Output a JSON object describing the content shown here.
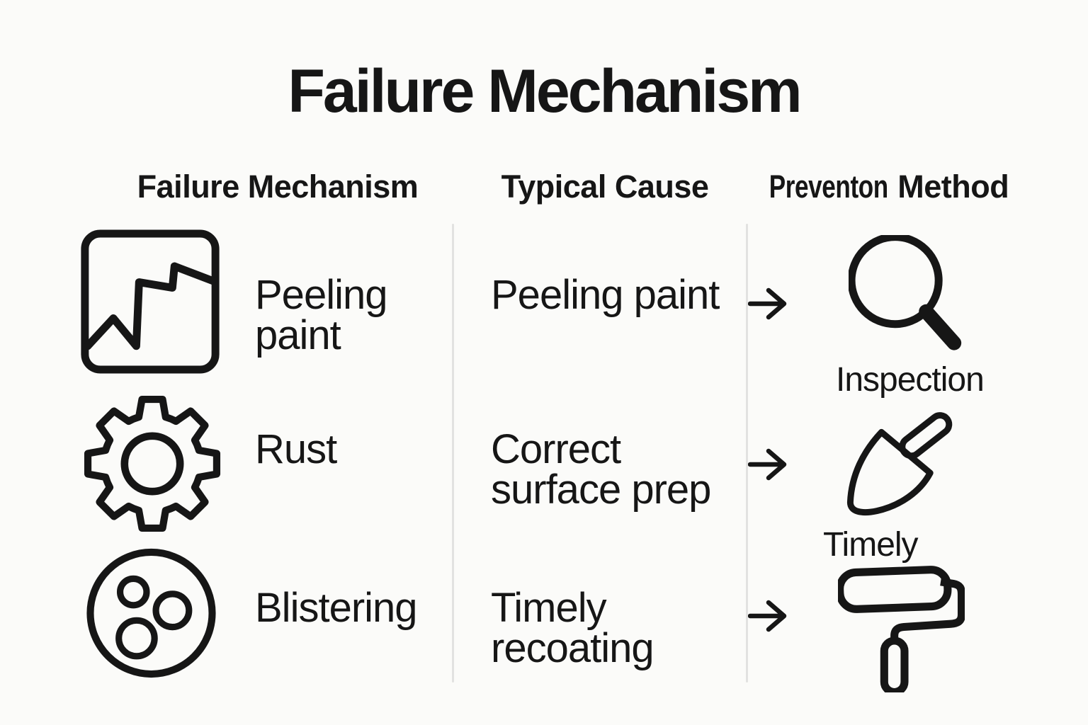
{
  "title": "Failure Mechanism",
  "colors": {
    "ink": "#161616",
    "background": "#fbfbf9",
    "divider": "#e2e2e1"
  },
  "table": {
    "headers": [
      {
        "label": "Failure Mechanism"
      },
      {
        "label": "Typical Cause"
      },
      {
        "label": "Preventon Method",
        "word1": "Preventon",
        "word2": "Method"
      }
    ],
    "arrow_icon": "right-arrow",
    "rows": [
      {
        "mechanism": {
          "icon": "framed-peeling-paint",
          "lines": [
            "Peeling",
            "paint"
          ]
        },
        "cause": {
          "lines": [
            "Peeling paint"
          ]
        },
        "prevention": {
          "icon": "magnifying-glass",
          "label": "Inspection"
        }
      },
      {
        "mechanism": {
          "icon": "gear",
          "lines": [
            "Rust"
          ]
        },
        "cause": {
          "lines": [
            "Correct",
            "surface prep"
          ]
        },
        "prevention": {
          "icon": "trowel",
          "label": "Timely"
        }
      },
      {
        "mechanism": {
          "icon": "blisters-circle",
          "lines": [
            "Blistering"
          ]
        },
        "cause": {
          "lines": [
            "Timely",
            "recoating"
          ]
        },
        "prevention": {
          "icon": "paint-roller",
          "label": ""
        }
      }
    ]
  }
}
